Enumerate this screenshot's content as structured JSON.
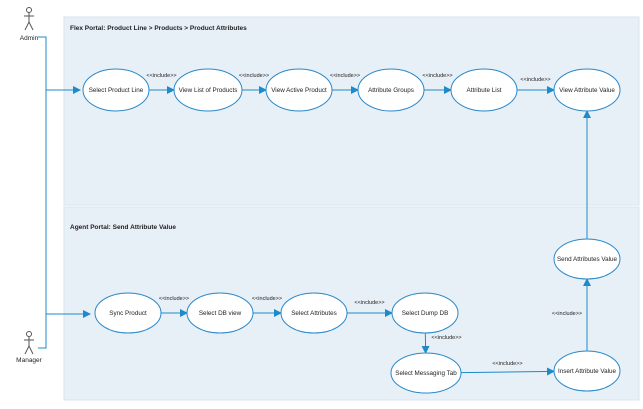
{
  "actors": [
    {
      "id": "admin",
      "label": "Admin"
    },
    {
      "id": "manager",
      "label": "Manager"
    }
  ],
  "panels": [
    {
      "id": "flex",
      "title": "Flex Portal: Product Line > Products > Product Attributes"
    },
    {
      "id": "agent",
      "title": "Agent Portal: Send Attribute Value"
    }
  ],
  "use_cases": [
    {
      "id": "select-product-line",
      "label": "Select Product Line"
    },
    {
      "id": "view-list-of-products",
      "label": "View List of Products"
    },
    {
      "id": "view-active-product",
      "label": "View Active Product"
    },
    {
      "id": "attribute-groups",
      "label": "Attribute Groups"
    },
    {
      "id": "attribute-list",
      "label": "Attribute List"
    },
    {
      "id": "view-attribute-value",
      "label": "View Attribute Value"
    },
    {
      "id": "sync-product",
      "label": "Sync Product"
    },
    {
      "id": "select-db-view",
      "label": "Select DB view"
    },
    {
      "id": "select-attributes",
      "label": "Select Attributes"
    },
    {
      "id": "select-dump-db",
      "label": "Select Dump DB"
    },
    {
      "id": "select-messaging-tab",
      "label": "Select Messaging Tab"
    },
    {
      "id": "insert-attribute-value",
      "label": "Insert Attribute Value"
    },
    {
      "id": "send-attributes-value",
      "label": "Send Attributes Value"
    }
  ],
  "relations": [
    {
      "from": "select-product-line",
      "to": "view-list-of-products",
      "label": "<<include>>"
    },
    {
      "from": "view-list-of-products",
      "to": "view-active-product",
      "label": "<<include>>"
    },
    {
      "from": "view-active-product",
      "to": "attribute-groups",
      "label": "<<include>>"
    },
    {
      "from": "attribute-groups",
      "to": "attribute-list",
      "label": "<<include>>"
    },
    {
      "from": "attribute-list",
      "to": "view-attribute-value",
      "label": "<<include>>"
    },
    {
      "from": "sync-product",
      "to": "select-db-view",
      "label": "<<include>>"
    },
    {
      "from": "select-db-view",
      "to": "select-attributes",
      "label": "<<include>>"
    },
    {
      "from": "select-attributes",
      "to": "select-dump-db",
      "label": "<<include>>"
    },
    {
      "from": "select-dump-db",
      "to": "select-messaging-tab",
      "label": "<<include>>"
    },
    {
      "from": "select-messaging-tab",
      "to": "insert-attribute-value",
      "label": "<<include>>"
    },
    {
      "from": "insert-attribute-value",
      "to": "send-attributes-value",
      "label": "<<include>>"
    },
    {
      "from": "send-attributes-value",
      "to": "view-attribute-value",
      "label": ""
    }
  ],
  "colors": {
    "panel_fill": "#e8f0f7",
    "panel_stroke": "#d8e3ee",
    "edge": "#1e8ac9",
    "ellipse_fill": "#ffffff",
    "ellipse_stroke": "#2a88c8",
    "text": "#222222"
  }
}
